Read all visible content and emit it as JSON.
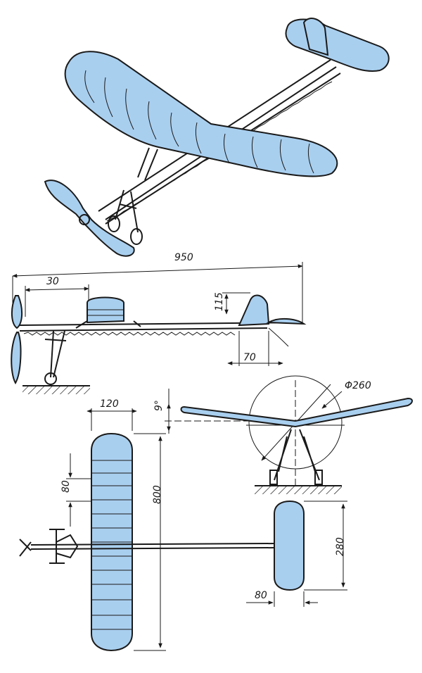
{
  "colors": {
    "surface": "#A9CFEF",
    "ink": "#1A1A1A",
    "paper": "#FFFFFF"
  },
  "side_view": {
    "overall_length": "950",
    "prop_to_wing": "30",
    "fin_height": "115",
    "tail_chord": "70"
  },
  "front_view": {
    "dihedral": "9°",
    "prop_diameter": "Φ260"
  },
  "top_view": {
    "wing_chord": "120",
    "rib_spacing": "80",
    "wingspan": "800",
    "stab_span": "280",
    "stab_chord": "80"
  }
}
